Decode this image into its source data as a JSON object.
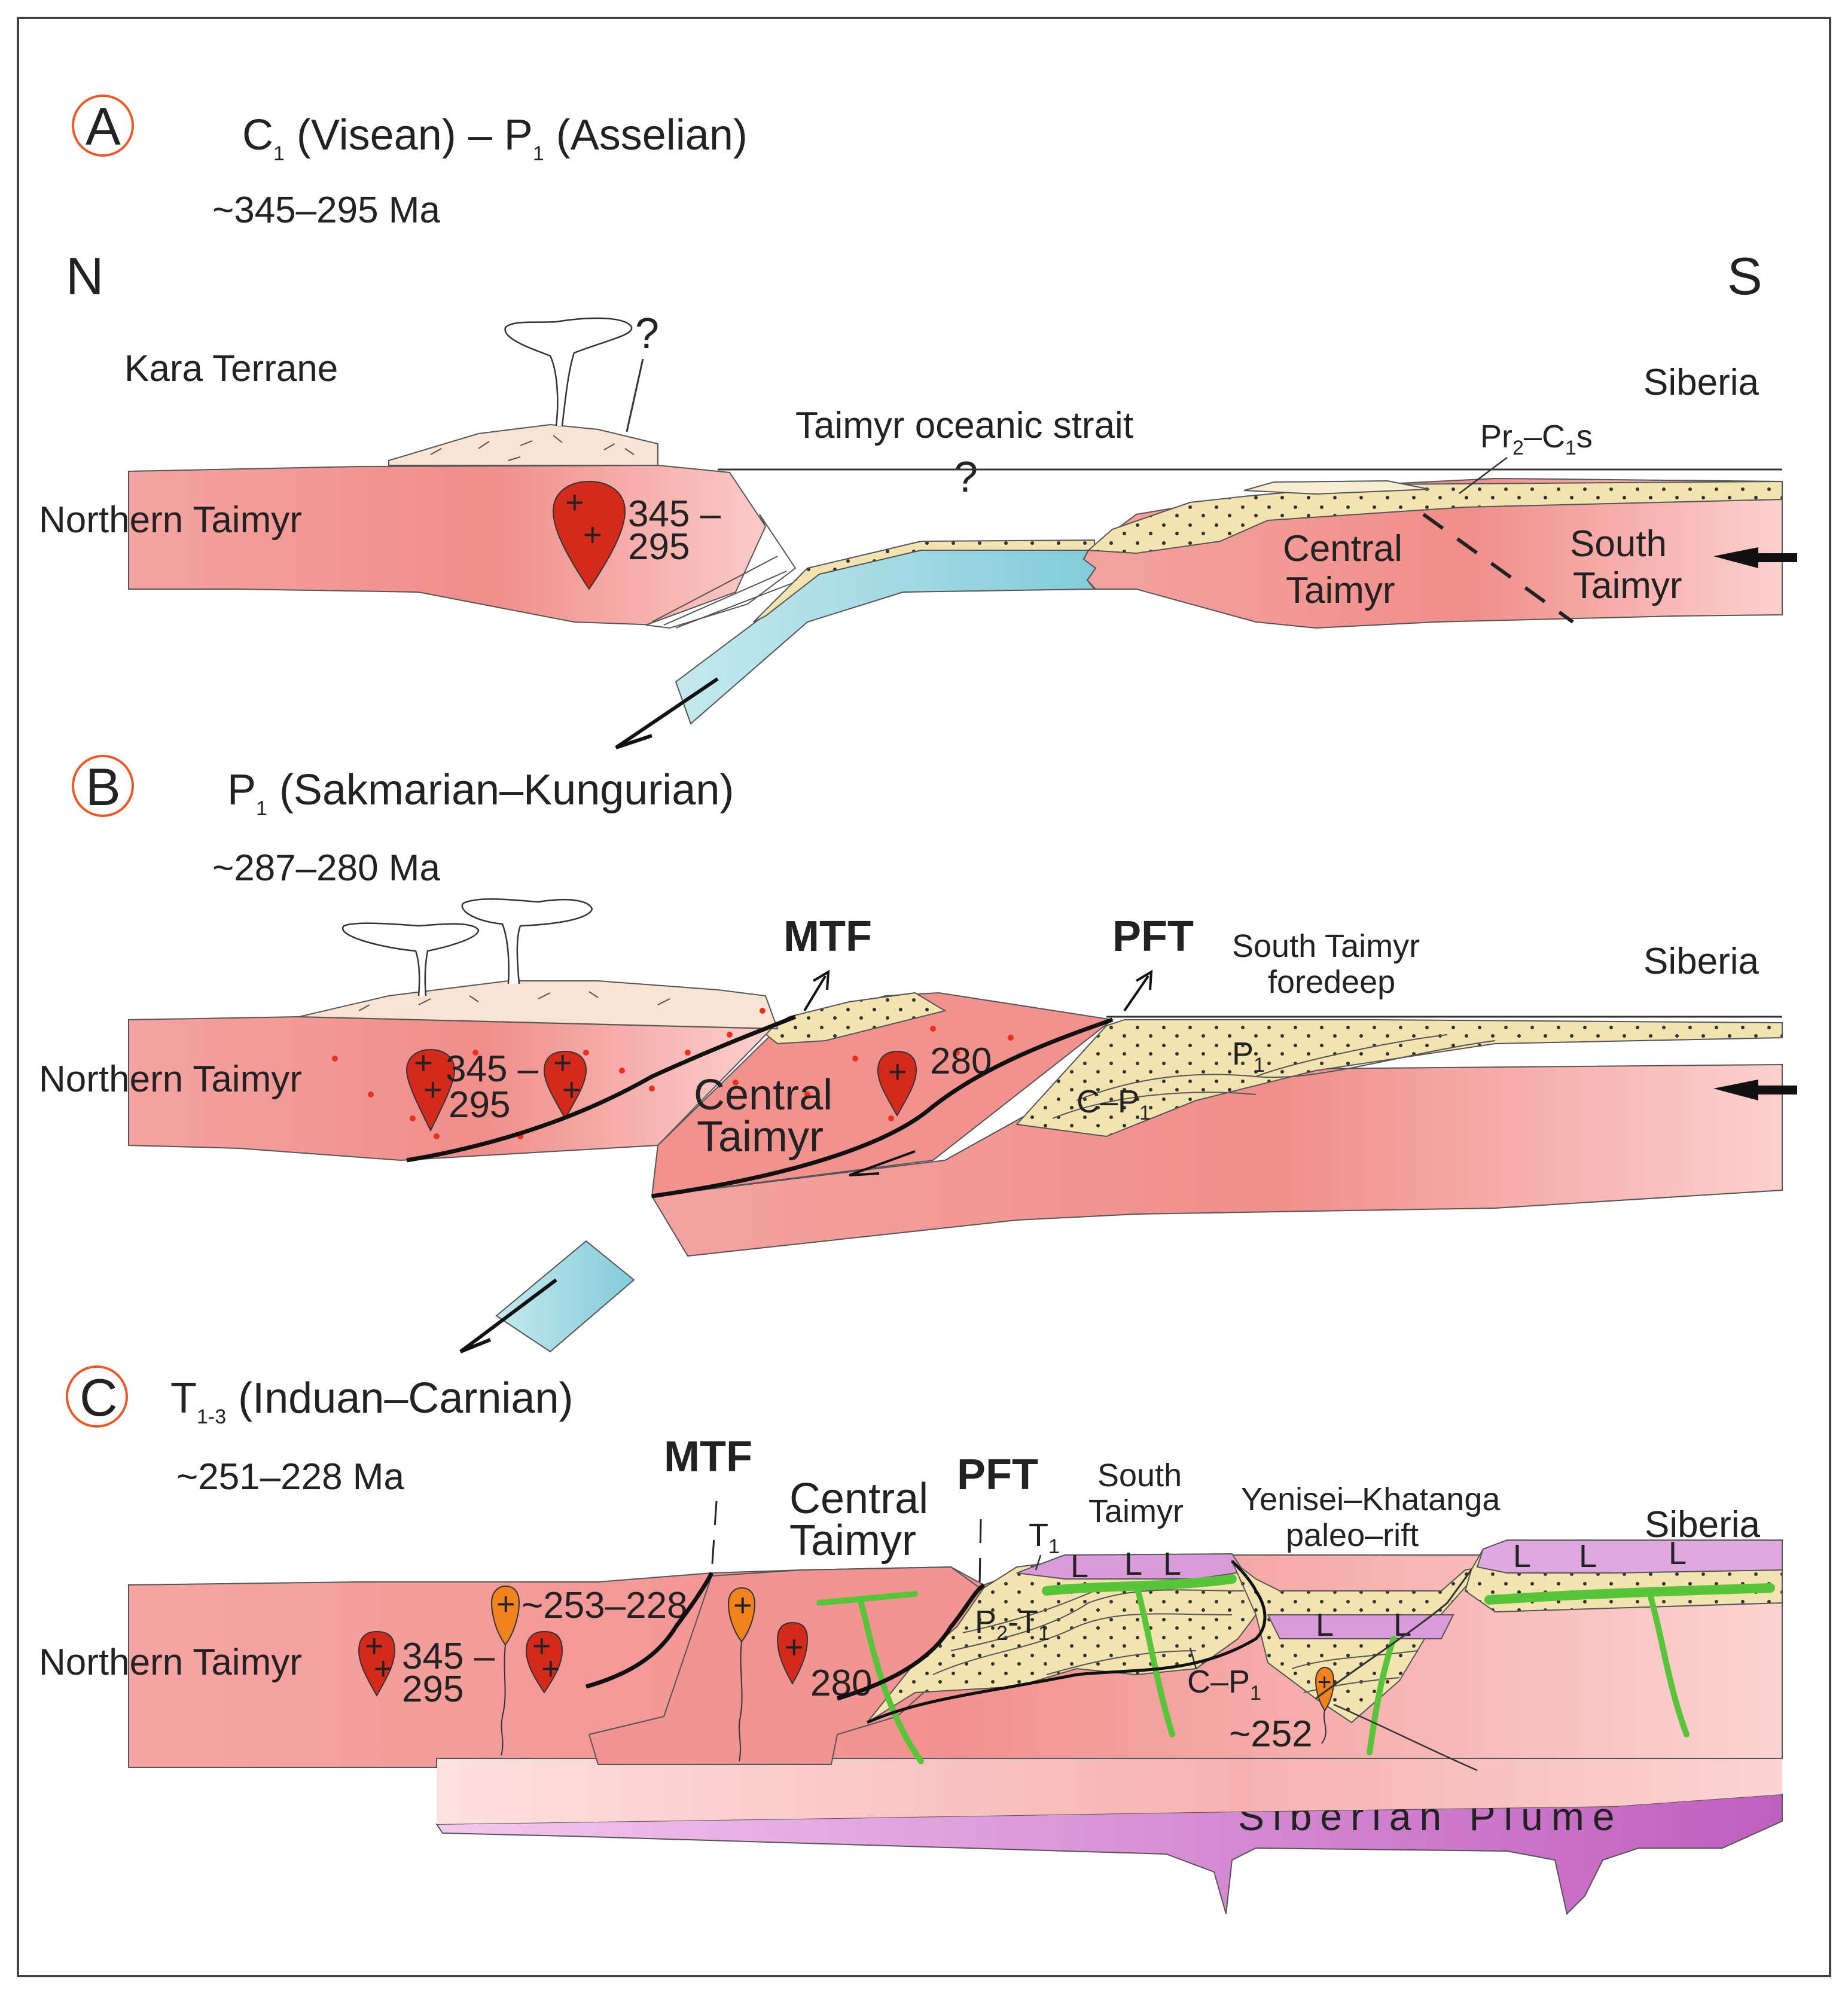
{
  "colors": {
    "crust": "#f6a8a6",
    "crust_light": "#fccfcb",
    "crust_dark": "#f08d8a",
    "ocean": "#9fd7e2",
    "sediment": "#f2e3b0",
    "volcanic": "#f9e3d3",
    "granite": "#d42a1c",
    "granite_young": "#f0831b",
    "basalt": "#cf8bd1",
    "plume": "#c96bc8",
    "dike": "#58c43a",
    "label_circle": "#e85a2a"
  },
  "icons": [
    "arrow-left-icon",
    "question-mark-icon",
    "granite-pluton-icon",
    "volcano-icon",
    "subduction-arrow-icon"
  ],
  "panel_a": {
    "letter": "A",
    "title": {
      "pre": "C",
      "pre_sub": "1",
      "mid": " (Visean) – P",
      "mid_sub": "1",
      "post": " (Asselian)"
    },
    "age": "~345–295 Ma",
    "north": "N",
    "south": "S",
    "kara": "Kara Terrane",
    "question_1": "?",
    "question_2": "?",
    "siberia": "Siberia",
    "strait": "Taimyr oceanic strait",
    "pr_label": {
      "a": "Pr",
      "a_sub": "2",
      "b": "–C",
      "b_sub": "1",
      "c": "s"
    },
    "northern": "Northern Taimyr",
    "pluton_age_1": "345 –",
    "pluton_age_2": "295",
    "central_1": "Central",
    "central_2": "Taimyr",
    "south_1": "South",
    "south_2": "Taimyr"
  },
  "panel_b": {
    "letter": "B",
    "title": {
      "pre": "P",
      "pre_sub": "1",
      "post": " (Sakmarian–Kungurian)"
    },
    "age": "~287–280 Ma",
    "mtf": "MTF",
    "pft": "PFT",
    "foredeep_1": "South Taimyr",
    "foredeep_2": "foredeep",
    "siberia": "Siberia",
    "northern": "Northern Taimyr",
    "pluton_age_1": "345 –",
    "pluton_age_2": "295",
    "central_1": "Central",
    "central_2": "Taimyr",
    "pluton_280": "280",
    "cp_label": {
      "a": "C–P",
      "a_sub": "1"
    },
    "p_label": {
      "a": "P",
      "a_sub": "1"
    }
  },
  "panel_c": {
    "letter": "C",
    "title": {
      "pre": "T",
      "pre_sub": "1-3",
      "post": " (Induan–Carnian)"
    },
    "age": "~251–228 Ma",
    "mtf": "MTF",
    "pft": "PFT",
    "central_1": "Central",
    "central_2": "Taimyr",
    "south_1": "South",
    "south_2": "Taimyr",
    "rift_1": "Yenisei–Khatanga",
    "rift_2": "paleo–rift",
    "siberia": "Siberia",
    "t1_label": {
      "a": "T",
      "a_sub": "1"
    },
    "pt_label": {
      "a": "P",
      "a_sub": "2",
      "b": "-T",
      "b_sub": "1"
    },
    "cp_label": {
      "a": "C–P",
      "a_sub": "1"
    },
    "northern": "Northern Taimyr",
    "pluton_age_1": "345 –",
    "pluton_age_2": "295",
    "young_age": "~253–228",
    "pluton_280": "280",
    "rift_pluton_age": "~252",
    "plume": "Siberian Plume",
    "basalt_mark": "L"
  }
}
